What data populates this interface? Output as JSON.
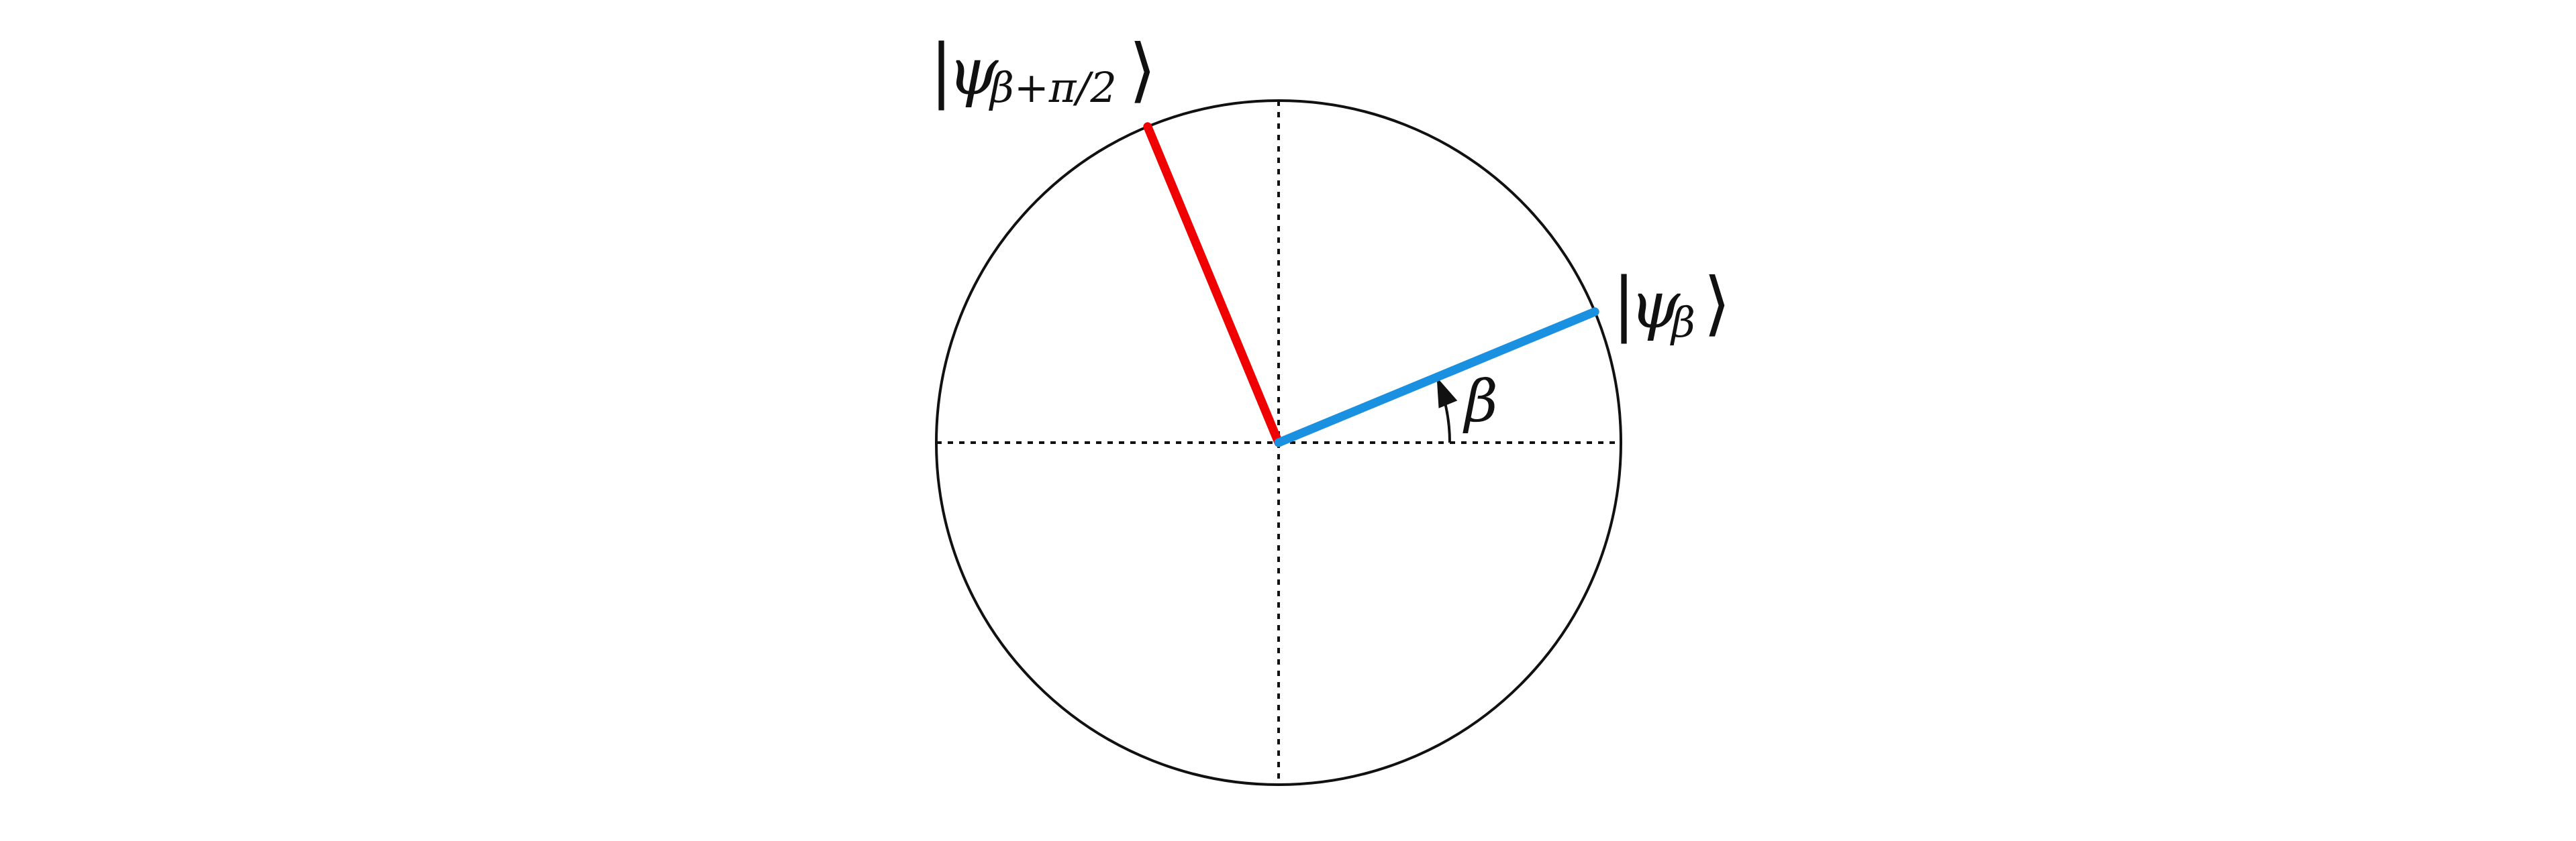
{
  "diagram": {
    "circle_color": "#111111",
    "axes_style": "dotted",
    "vectors": [
      {
        "id": "psi-beta",
        "angle_deg": 22.5,
        "color": "#1a91e0",
        "label": {
          "bar": "|",
          "symbol": "ψ",
          "subscript": "β",
          "angle": "⟩"
        }
      },
      {
        "id": "psi-beta-plus-pi-2",
        "angle_deg": 112.5,
        "color": "#f00000",
        "label": {
          "bar": "|",
          "symbol": "ψ",
          "subscript": "β+π/2",
          "angle": "⟩"
        }
      }
    ],
    "angle_marker": {
      "label": "β",
      "color": "#111111"
    }
  }
}
